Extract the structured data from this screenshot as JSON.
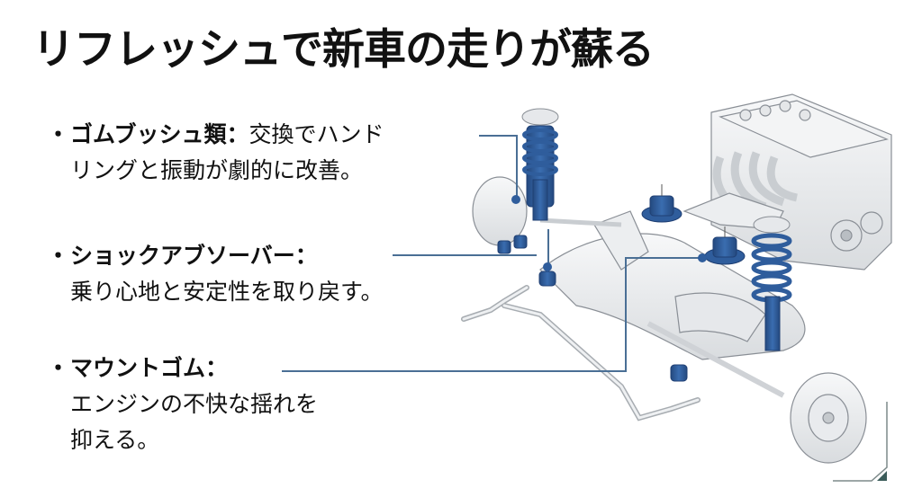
{
  "slide": {
    "title": "リフレッシュで新車の走りが蘇る",
    "bullets": [
      {
        "marker": "・",
        "label": "ゴムブッシュ類：",
        "lines": [
          "交換でハンド",
          "リングと振動が劇的に改善。"
        ],
        "target": "suspension-bushings"
      },
      {
        "marker": "・",
        "label": "ショックアブソーバー：",
        "lines": [
          "",
          "乗り心地と安定性を取り戻す。"
        ],
        "target": "shock-absorber"
      },
      {
        "marker": "・",
        "label": "マウントゴム：",
        "lines": [
          "",
          "エンジンの不快な揺れを",
          "抑える。"
        ],
        "target": "engine-mount"
      }
    ],
    "illustration": {
      "subject": "car-front-suspension-subframe-and-engine",
      "highlighted_parts": [
        "coil-spring-strut",
        "bushings",
        "engine-mounts"
      ]
    },
    "colors": {
      "leader_line": "#4a6f95",
      "highlight_part": "#2f5d9c",
      "highlight_dark": "#1f3f73",
      "drawing_line": "#8a8f96",
      "drawing_fill": "#eef0f2",
      "text": "#111111",
      "background": "#ffffff"
    }
  }
}
